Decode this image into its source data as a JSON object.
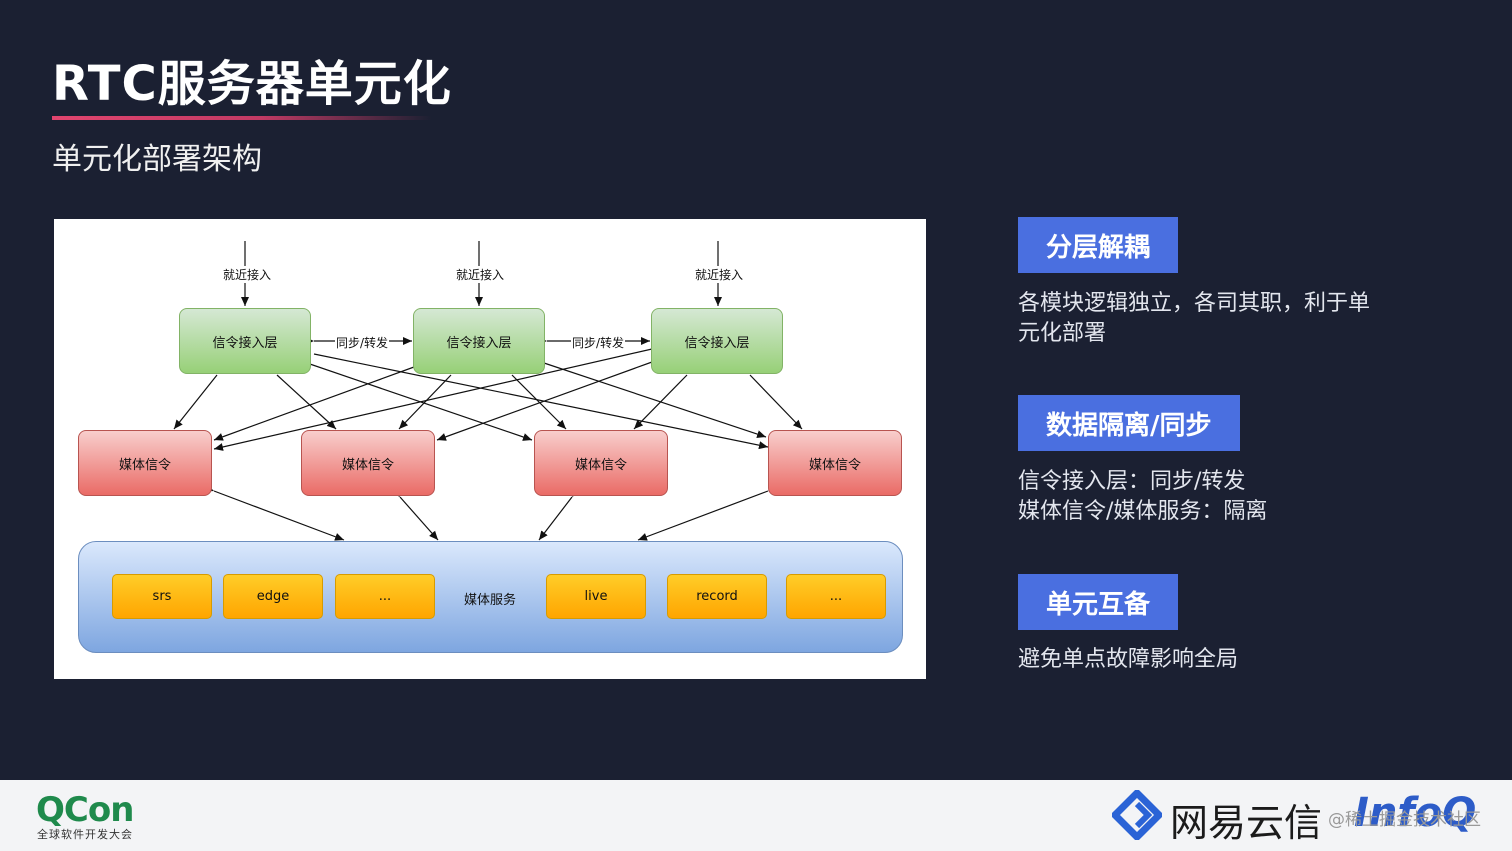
{
  "slide": {
    "title": "RTC服务器单元化",
    "subtitle": "单元化部署架构"
  },
  "diagram": {
    "near_access_label": "就近接入",
    "gateway_label": "信令接入层",
    "sync_label": "同步/转发",
    "media_signal_label": "媒体信令",
    "media_service_label": "媒体服务",
    "services": [
      "srs",
      "edge",
      "...",
      "live",
      "record",
      "..."
    ],
    "colors": {
      "gateway_fill": "#97d077",
      "media_signal_fill": "#ea6b66",
      "pool_fill": "#7ea6e0",
      "service_fill": "#ffa500"
    }
  },
  "features": [
    {
      "title": "分层解耦",
      "desc": "各模块逻辑独立，各司其职，利于单元化部署"
    },
    {
      "title": "数据隔离/同步",
      "desc_lines": [
        "信令接入层：同步/转发",
        "媒体信令/媒体服务：隔离"
      ]
    },
    {
      "title": "单元互备",
      "desc": "避免单点故障影响全局"
    }
  ],
  "footer": {
    "qcon_logo": "QCon",
    "qcon_sub": "全球软件开发大会",
    "netease_logo": "网易云信",
    "watermark": "@稀土掘金技术社区",
    "infoq_logo": "InfoQ"
  },
  "accent_color": "#4a6fe0"
}
